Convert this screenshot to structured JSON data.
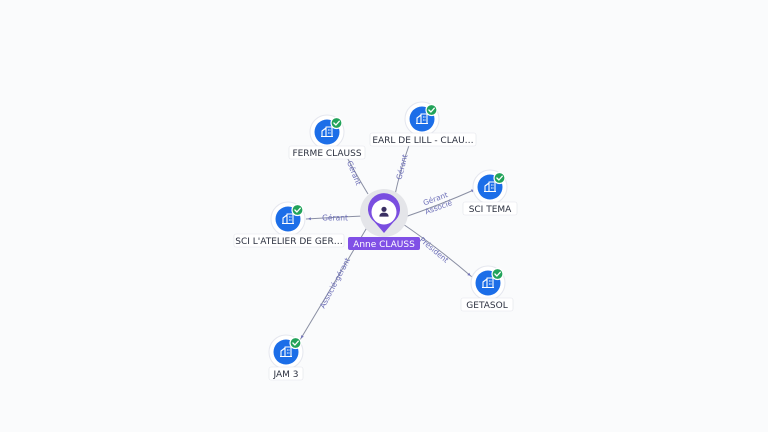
{
  "center": {
    "name": "Anne CLAUSS",
    "icon": "person-icon",
    "color": "#7a4ee0"
  },
  "companies": [
    {
      "id": "ferme",
      "name": "FERME CLAUSS",
      "icon": "building-icon",
      "verified": true
    },
    {
      "id": "earl",
      "name": "EARL DE LILL - CLAU…",
      "icon": "building-icon",
      "verified": true
    },
    {
      "id": "tema",
      "name": "SCI TEMA",
      "icon": "building-icon",
      "verified": true
    },
    {
      "id": "atelier",
      "name": "SCI L'ATELIER DE GER…",
      "icon": "building-icon",
      "verified": true
    },
    {
      "id": "getasol",
      "name": "GETASOL",
      "icon": "building-icon",
      "verified": true
    },
    {
      "id": "jam",
      "name": "JAM 3",
      "icon": "building-icon",
      "verified": true
    }
  ],
  "relations": [
    {
      "to": "ferme",
      "lines": [
        "Gérant"
      ]
    },
    {
      "to": "earl",
      "lines": [
        "Gérant"
      ]
    },
    {
      "to": "tema",
      "lines": [
        "Gérant",
        "Associé"
      ]
    },
    {
      "to": "atelier",
      "lines": [
        "Gérant"
      ]
    },
    {
      "to": "getasol",
      "lines": [
        "Président"
      ]
    },
    {
      "to": "jam",
      "lines": [
        "Associé-gérant"
      ]
    }
  ],
  "colors": {
    "company": "#1c6ee8",
    "verified": "#22a35a",
    "relation": "#6d6fb8"
  }
}
